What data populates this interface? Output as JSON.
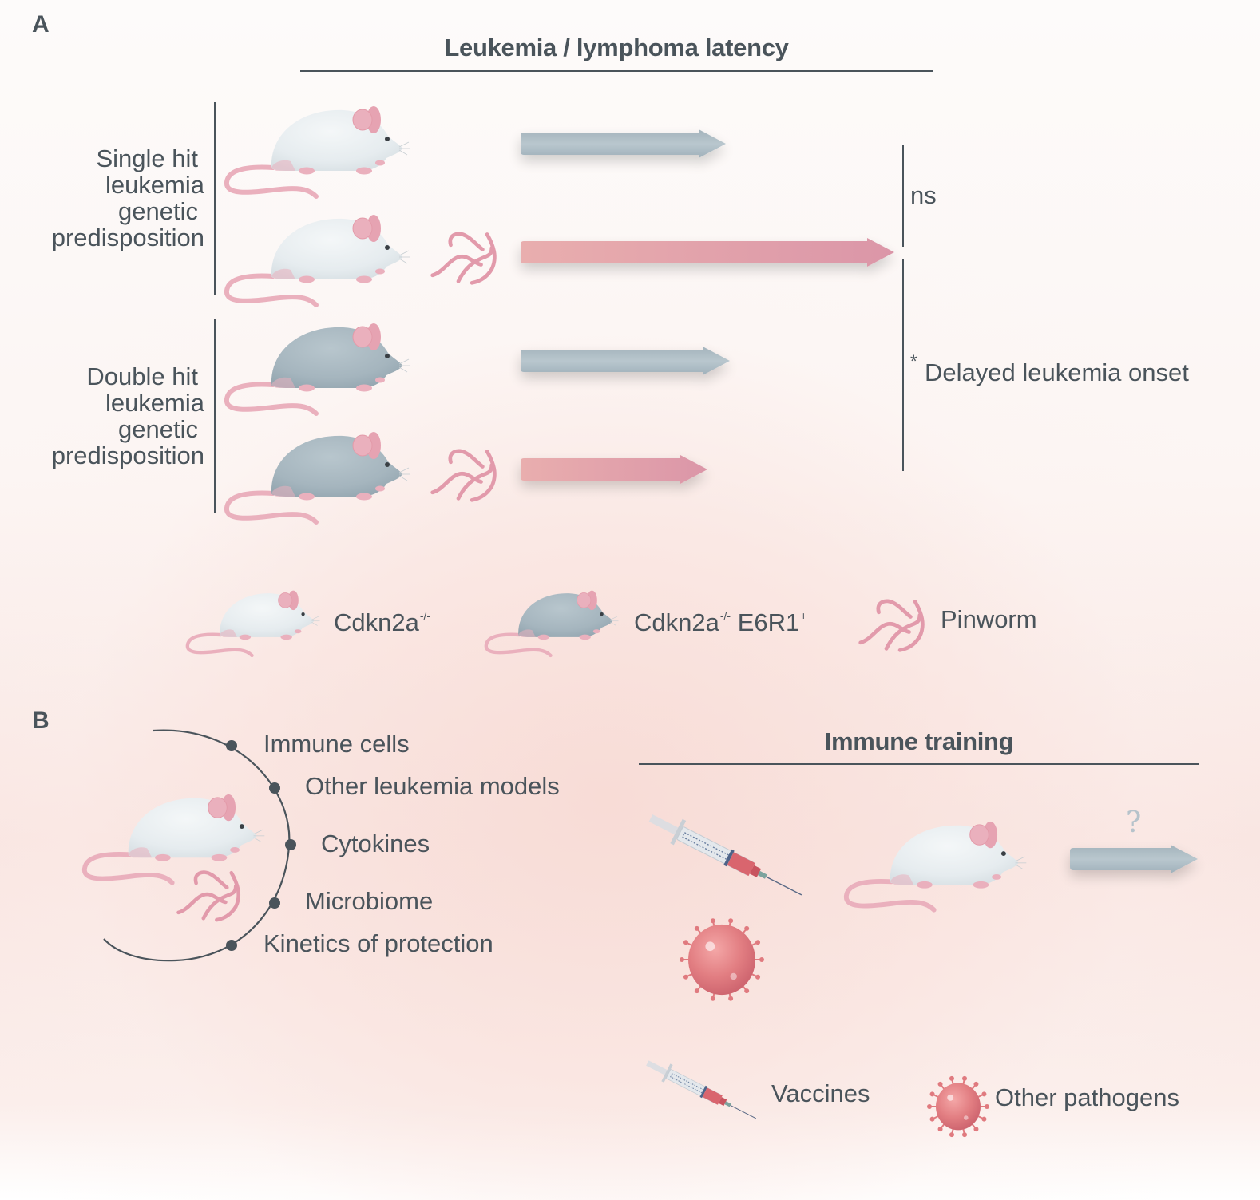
{
  "panel_a": {
    "label": "A",
    "heading": "Leukemia / lymphoma latency",
    "groups": [
      {
        "label_lines": [
          "Single hit",
          "leukemia",
          "genetic",
          "predisposition"
        ],
        "mouse_type": "Cdkn2a-/-"
      },
      {
        "label_lines": [
          "Double hit",
          "leukemia",
          "genetic",
          "predisposition"
        ],
        "mouse_type": "Cdkn2a-/- E6R1+"
      }
    ],
    "rows": [
      {
        "group": 0,
        "pinworm": false,
        "arrow_color": "gray",
        "relative_latency": 0.55
      },
      {
        "group": 0,
        "pinworm": true,
        "arrow_color": "pink",
        "relative_latency": 1.0
      },
      {
        "group": 1,
        "pinworm": false,
        "arrow_color": "gray",
        "relative_latency": 0.56
      },
      {
        "group": 1,
        "pinworm": true,
        "arrow_color": "pink",
        "relative_latency": 0.5
      }
    ],
    "significance": {
      "ns_label": "ns",
      "star": "*",
      "delayed_label": "Delayed leukemia onset"
    },
    "legend": {
      "mouse_single": {
        "base": "Cdkn2a",
        "sup": "-/-"
      },
      "mouse_double": {
        "base": "Cdkn2a",
        "sup": "-/-",
        "base2": " E6R1",
        "sup2": "+"
      },
      "pinworm": "Pinworm"
    }
  },
  "panel_b": {
    "label": "B",
    "factors": [
      "Immune cells",
      "Other leukemia models",
      "Cytokines",
      "Microbiome",
      "Kinetics of protection"
    ],
    "heading": "Immune training",
    "question_mark": "?",
    "legend": {
      "vaccines": "Vaccines",
      "pathogens": "Other pathogens"
    }
  },
  "colors": {
    "text": "#4a545b",
    "arrow_gray": "#b3c2ca",
    "arrow_pink": "#e0a1ab",
    "mouse_white": "#e8edf0",
    "mouse_gray": "#a9b9c2",
    "pink": "#e6a3b2",
    "pathogen": "#e07a7f"
  }
}
